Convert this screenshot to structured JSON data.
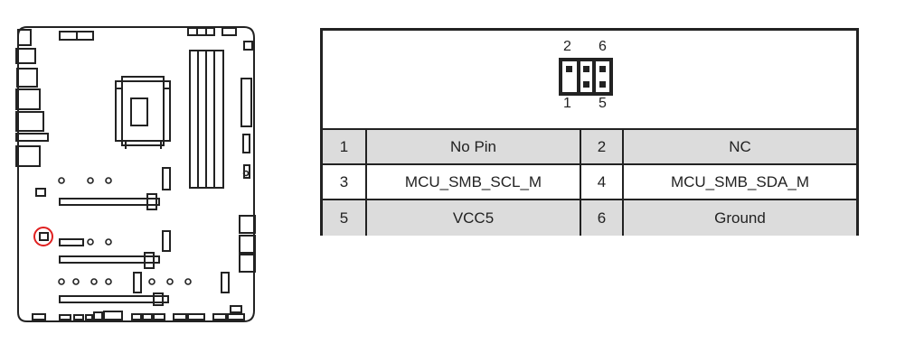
{
  "header_pin_numbers": {
    "top_left": "2",
    "top_right": "6",
    "bottom_left": "1",
    "bottom_right": "5"
  },
  "pin_table": {
    "rows": [
      {
        "pin_a": "1",
        "signal_a": "No Pin",
        "pin_b": "2",
        "signal_b": "NC",
        "shaded": true
      },
      {
        "pin_a": "3",
        "signal_a": "MCU_SMB_SCL_M",
        "pin_b": "4",
        "signal_b": "MCU_SMB_SDA_M",
        "shaded": false
      },
      {
        "pin_a": "5",
        "signal_a": "VCC5",
        "pin_b": "6",
        "signal_b": "Ground",
        "shaded": true
      }
    ]
  },
  "colors": {
    "highlight_circle": "#e02020",
    "row_shade": "#dcdcdc",
    "line": "#222222"
  }
}
